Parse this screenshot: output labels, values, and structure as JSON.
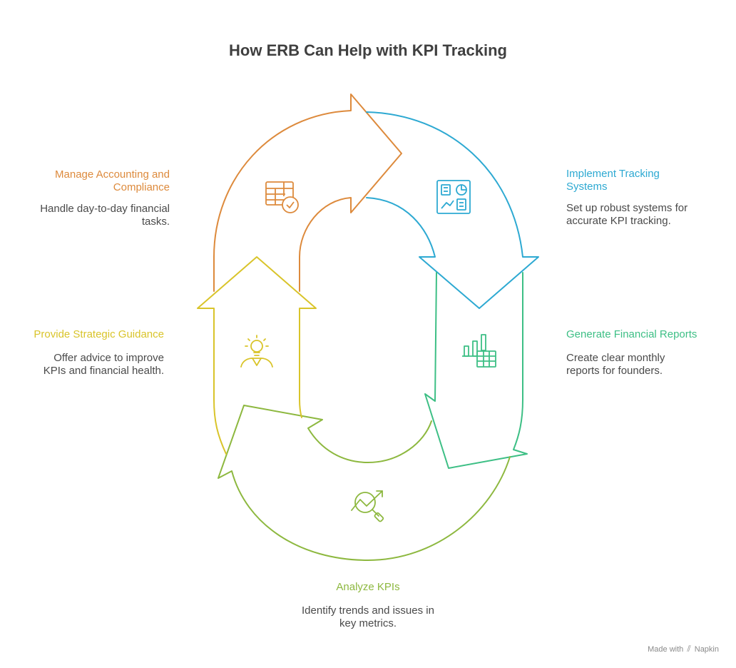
{
  "title": "How ERB Can Help with KPI Tracking",
  "colors": {
    "orange": "#DD8A3C",
    "blue": "#2DA9D2",
    "teal": "#3DBF85",
    "green": "#8DB83F",
    "yellow": "#D9C42A"
  },
  "steps": [
    {
      "label": "Manage Accounting and Compliance",
      "desc": "Handle day-to-day financial tasks.",
      "icon": "spreadsheet-check-icon"
    },
    {
      "label": "Implement Tracking Systems",
      "desc": "Set up robust systems for accurate KPI tracking.",
      "icon": "dashboard-icon"
    },
    {
      "label": "Generate Financial Reports",
      "desc": "Create clear monthly reports for founders.",
      "icon": "report-chart-icon"
    },
    {
      "label": "Analyze KPIs",
      "desc": "Identify trends and issues in key metrics.",
      "icon": "analysis-icon"
    },
    {
      "label": "Provide Strategic Guidance",
      "desc": "Offer advice to improve KPIs and financial health.",
      "icon": "lightbulb-person-icon"
    }
  ],
  "footer": {
    "made_with": "Made with",
    "brand": "Napkin"
  }
}
